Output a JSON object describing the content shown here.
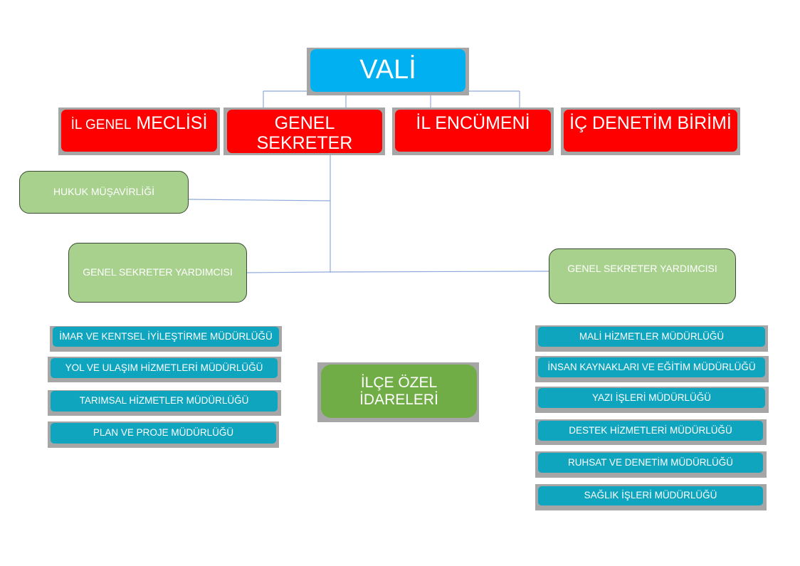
{
  "top": {
    "title": "VALİ"
  },
  "level1": [
    {
      "label_small": "İL GENEL",
      "label_large": "MECLİSİ"
    },
    {
      "label_small": "",
      "label_large": "GENEL SEKRETER"
    },
    {
      "label_small": "",
      "label_large": "İL ENCÜMENİ"
    },
    {
      "label_small": "",
      "label_large": "İÇ DENETİM BİRİMİ"
    }
  ],
  "hukuk": {
    "label": "HUKUK MÜŞAVİRLİĞİ"
  },
  "deputies": {
    "left": "GENEL SEKRETER YARDIMCISI",
    "right": "GENEL SEKRETER YARDIMCISI"
  },
  "left_units": [
    "İMAR VE KENTSEL İYİLEŞTİRME MÜDÜRLÜĞÜ",
    "YOL VE ULAŞIM HİZMETLERİ MÜDÜRLÜĞÜ",
    "TARIMSAL HİZMETLER MÜDÜRLÜĞÜ",
    "PLAN VE PROJE MÜDÜRLÜĞÜ"
  ],
  "right_units": [
    "MALİ HİZMETLER MÜDÜRLÜĞÜ",
    "İNSAN KAYNAKLARI VE EĞİTİM MÜDÜRLÜĞÜ",
    "YAZI İŞLERİ MÜDÜRLÜĞÜ",
    "DESTEK HİZMETLERİ MÜDÜRLÜĞÜ",
    "RUHSAT VE DENETİM MÜDÜRLÜĞÜ",
    "SAĞLIK İŞLERİ MÜDÜRLÜĞÜ"
  ],
  "ilce": {
    "line1": "İLÇE ÖZEL",
    "line2": "İDARELERİ"
  },
  "colors": {
    "vali": "#00b0f0",
    "level1": "#ff0000",
    "advisory": "#a9d18e",
    "units": "#0fa5bf",
    "ilce": "#70ad47",
    "frame": "#a6a6a6",
    "connector": "#8eaadb"
  }
}
